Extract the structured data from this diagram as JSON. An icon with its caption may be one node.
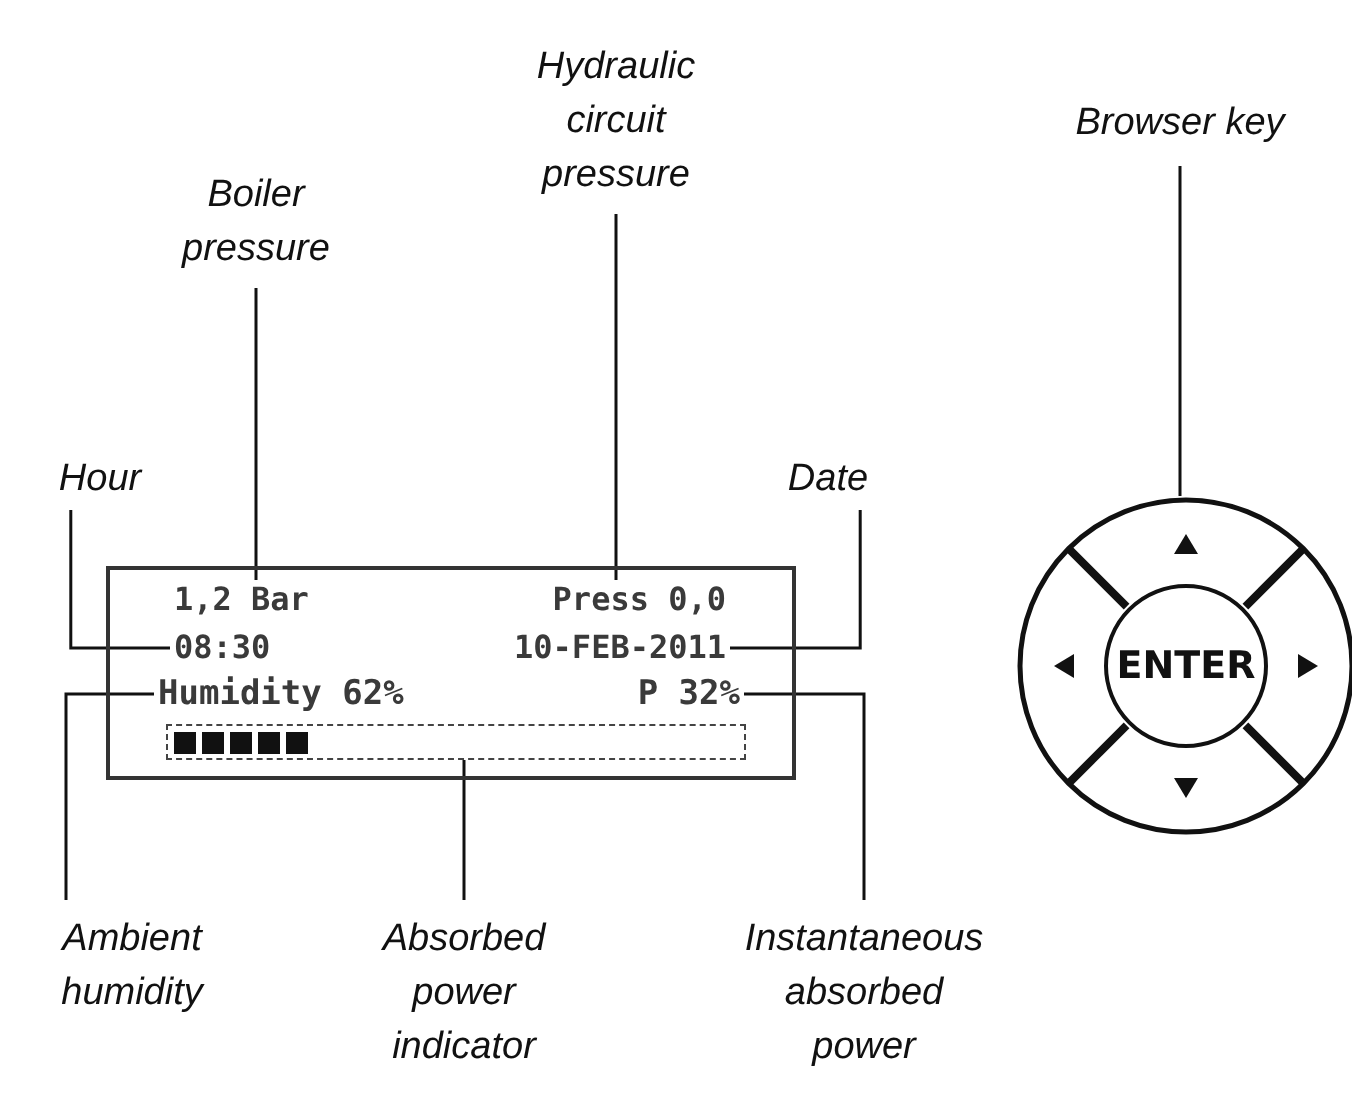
{
  "diagram": {
    "nodes": [
      {
        "text": [
          "Boiler pressure"
        ]
      },
      {
        "text": [
          "Hydraulic circuit pressure"
        ]
      },
      {
        "text": [
          "Browser key"
        ]
      },
      {
        "text": [
          "Hour"
        ]
      },
      {
        "text": [
          "Date"
        ]
      },
      {
        "text": [],
        "shape": "box"
      },
      {
        "text": [
          "1,2 Bar"
        ],
        "in": 5
      },
      {
        "text": [
          "Press 0,0"
        ],
        "in": 5
      },
      {
        "text": [
          "08:30"
        ],
        "in": 5
      },
      {
        "text": [
          "10-FEB-2011"
        ],
        "in": 5
      },
      {
        "text": [
          "Humidity 62%"
        ],
        "in": 5
      },
      {
        "text": [
          "P 32%"
        ],
        "in": 5
      },
      {
        "text": [],
        "shape": "bar",
        "in": 5
      },
      {
        "text": [],
        "shape": "circle"
      },
      {
        "text": [
          "ENTER"
        ],
        "in": 13
      },
      {
        "text": [
          "Ambient humidity"
        ]
      },
      {
        "text": [
          "Absorbed power indicator"
        ]
      },
      {
        "text": [
          "Instantaneous absorbed power"
        ]
      }
    ],
    "edges": [
      {
        "from": 0,
        "to": 6,
        "arrow": "none"
      },
      {
        "from": 1,
        "to": 7,
        "arrow": "none"
      },
      {
        "from": 2,
        "to": 13,
        "arrow": "none"
      },
      {
        "from": 3,
        "to": 8,
        "arrow": "none"
      },
      {
        "from": 4,
        "to": 9,
        "arrow": "none"
      },
      {
        "from": 15,
        "to": 10,
        "arrow": "none"
      },
      {
        "from": 16,
        "to": 12,
        "arrow": "none"
      },
      {
        "from": 17,
        "to": 11,
        "arrow": "none"
      }
    ]
  }
}
